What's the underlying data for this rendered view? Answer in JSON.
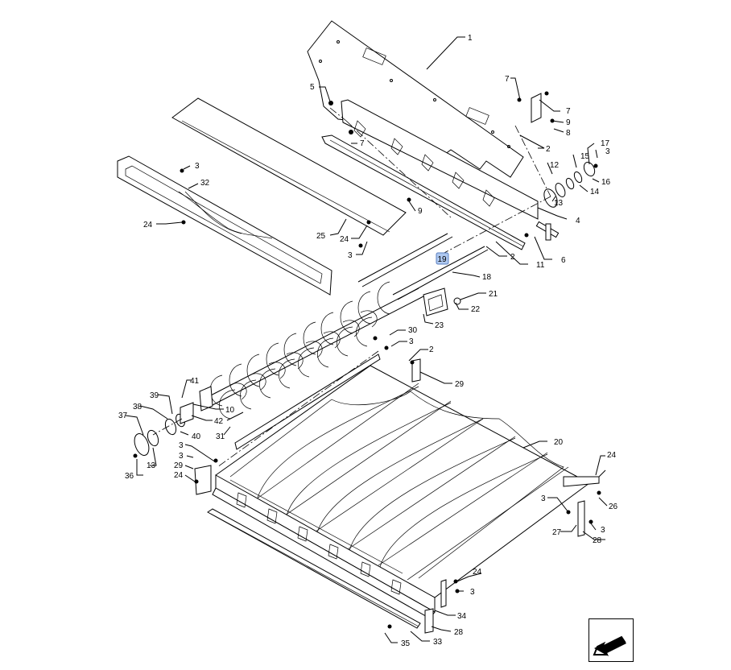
{
  "diagram": {
    "highlighted_callout": "19",
    "callouts": {
      "c1": "1",
      "c5": "5",
      "c7a": "7",
      "c7b": "7",
      "c7c": "7",
      "c9a": "9",
      "c8": "8",
      "c2a": "2",
      "c17": "17",
      "c3a": "3",
      "c15": "15",
      "c12": "12",
      "c16": "16",
      "c14": "14",
      "c13a": "13",
      "c4": "4",
      "c6": "6",
      "c11": "11",
      "c2b": "2",
      "c3b": "3",
      "c32": "32",
      "c24a": "24",
      "c25": "25",
      "c24b": "24",
      "c9b": "9",
      "c3c": "3",
      "c18": "18",
      "c21": "21",
      "c22": "22",
      "c23": "23",
      "c30": "30",
      "c3d": "3",
      "c2c": "2",
      "c29a": "29",
      "c41": "41",
      "c39": "39",
      "c38": "38",
      "c37": "37",
      "c10": "10",
      "c42": "42",
      "c40": "40",
      "c31": "31",
      "c13b": "13",
      "c36": "36",
      "c3e": "3",
      "c3f": "3",
      "c29b": "29",
      "c24c": "24",
      "c20": "20",
      "c24d": "24",
      "c26": "26",
      "c3g": "3",
      "c27": "27",
      "c3h": "3",
      "c28a": "28",
      "c24e": "24",
      "c3i": "3",
      "c34": "34",
      "c28b": "28",
      "c35": "35",
      "c33": "33"
    }
  },
  "nav": {
    "icon": "arrow-left-down-icon"
  }
}
